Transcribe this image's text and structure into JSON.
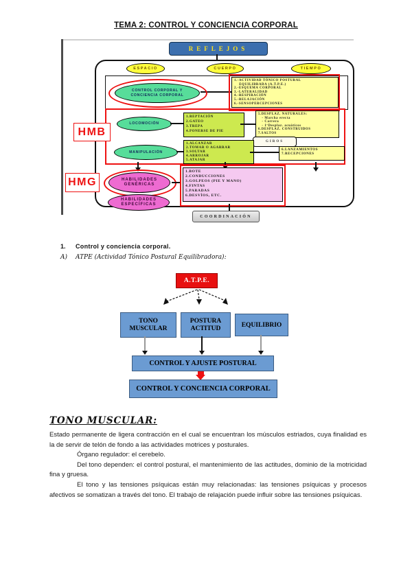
{
  "title": "TEMA 2: CONTROL Y CONCIENCIA CORPORAL",
  "colors": {
    "red_accent": "#ee1111",
    "blue_header": "#3c6fae",
    "blue_box": "#6b9bd2",
    "yellow_oval": "#ffff3c",
    "yellow_list": "#ffff9e",
    "yellowgreen_list": "#cde94f",
    "green_oval": "#57dd9a",
    "pink_list": "#f5c9f0",
    "pink_oval": "#ee6bd1",
    "gray_box": "#d9d9d9"
  },
  "diagram": {
    "reflejos": "REFLEJOS",
    "espacio": "ESPACIO",
    "cuerpo": "CUERPO",
    "tiempo": "TIEMPO",
    "hmb": "HMB",
    "hmg": "HMG",
    "giros": "GIROS",
    "coordinacion": "COORDINACIÓN",
    "locomocion": "LOCOMOCIÓN",
    "manipulacion": "MANIPULACIÓN",
    "control_oval": [
      "CONTROL CORPORAL Y",
      "CONCIENCIA CORPORAL"
    ],
    "atpe_list": [
      "1.-ACTIVIDAD TÓNICO POSTURAL",
      "    EQUILIBRADA (A.T.P.E.)",
      "2.-ESQUEMA CORPORAL",
      "3.-LATERALIDAD",
      "4.-RESPIRACIÓN",
      "5.-RELAJACIÓN",
      "6.-SENSOPERCEPCIONES"
    ],
    "locomocion_list": [
      "1.REPTACIÓN",
      "2.GATEO",
      "3.TREPA",
      "4.PONERSE DE PIE"
    ],
    "desplaz_list": [
      "5.DESPLAZ. NATURALES:",
      "   - Marcha erecta",
      "   - Carrera",
      "   - 1ºDesplaz. acuáticos",
      "6.DESPLAZ. CONSTRUIDOS",
      "7.SALTOS"
    ],
    "manipulacion_list": [
      "1.ALCANZAR",
      "2.TOMAR O AGARRAR",
      "3.SOLTAR",
      "4.ARROJAR",
      "5.ATAJAR"
    ],
    "lanzamientos_list": [
      "6.LANZAMIENTOS",
      "7.RECEPCIONES"
    ],
    "genericas_oval": [
      "HABILIDADES",
      "GENÉRICAS"
    ],
    "especificas_oval": [
      "HABILIDADES",
      "ESPECÍFICAS"
    ],
    "genericas_list": [
      "1.BOTE",
      "2.CONDUCCIONES",
      "3.GOLPEOS (PIE Y MANO)",
      "4.FINTAS",
      "5.PARADAS",
      "6.DESVÍOS, ETC."
    ]
  },
  "outline": {
    "n1": "1.",
    "t1": "Control y conciencia corporal.",
    "n2": "A)",
    "t2": "ATPE (Actividad Tónico Postural Equilibradora):"
  },
  "flow": {
    "root": "A.T.P.E.",
    "tono": "TONO MUSCULAR",
    "postura": "POSTURA ACTITUD",
    "equilibrio": "EQUILIBRIO",
    "ajuste": "CONTROL Y AJUSTE POSTURAL",
    "conciencia": "CONTROL Y CONCIENCIA CORPORAL"
  },
  "body_text": {
    "heading": "TONO MUSCULAR:",
    "p1": "Estado permanente de ligera contracción en el cual se encuentran los músculos estriados, cuya finalidad es la de servir de telón de fondo a las actividades motrices y posturales.",
    "p2": "Órgano regulador: el cerebelo.",
    "p3": "Del tono dependen: el control postural, el mantenimiento de las actitudes, dominio de la motricidad fina y gruesa.",
    "p4": "El tono y las tensiones psíquicas están muy relacionadas: las tensiones psíquicas y procesos afectivos se somatizan a través del tono. El trabajo de relajación puede influir sobre las tensiones psíquicas."
  }
}
